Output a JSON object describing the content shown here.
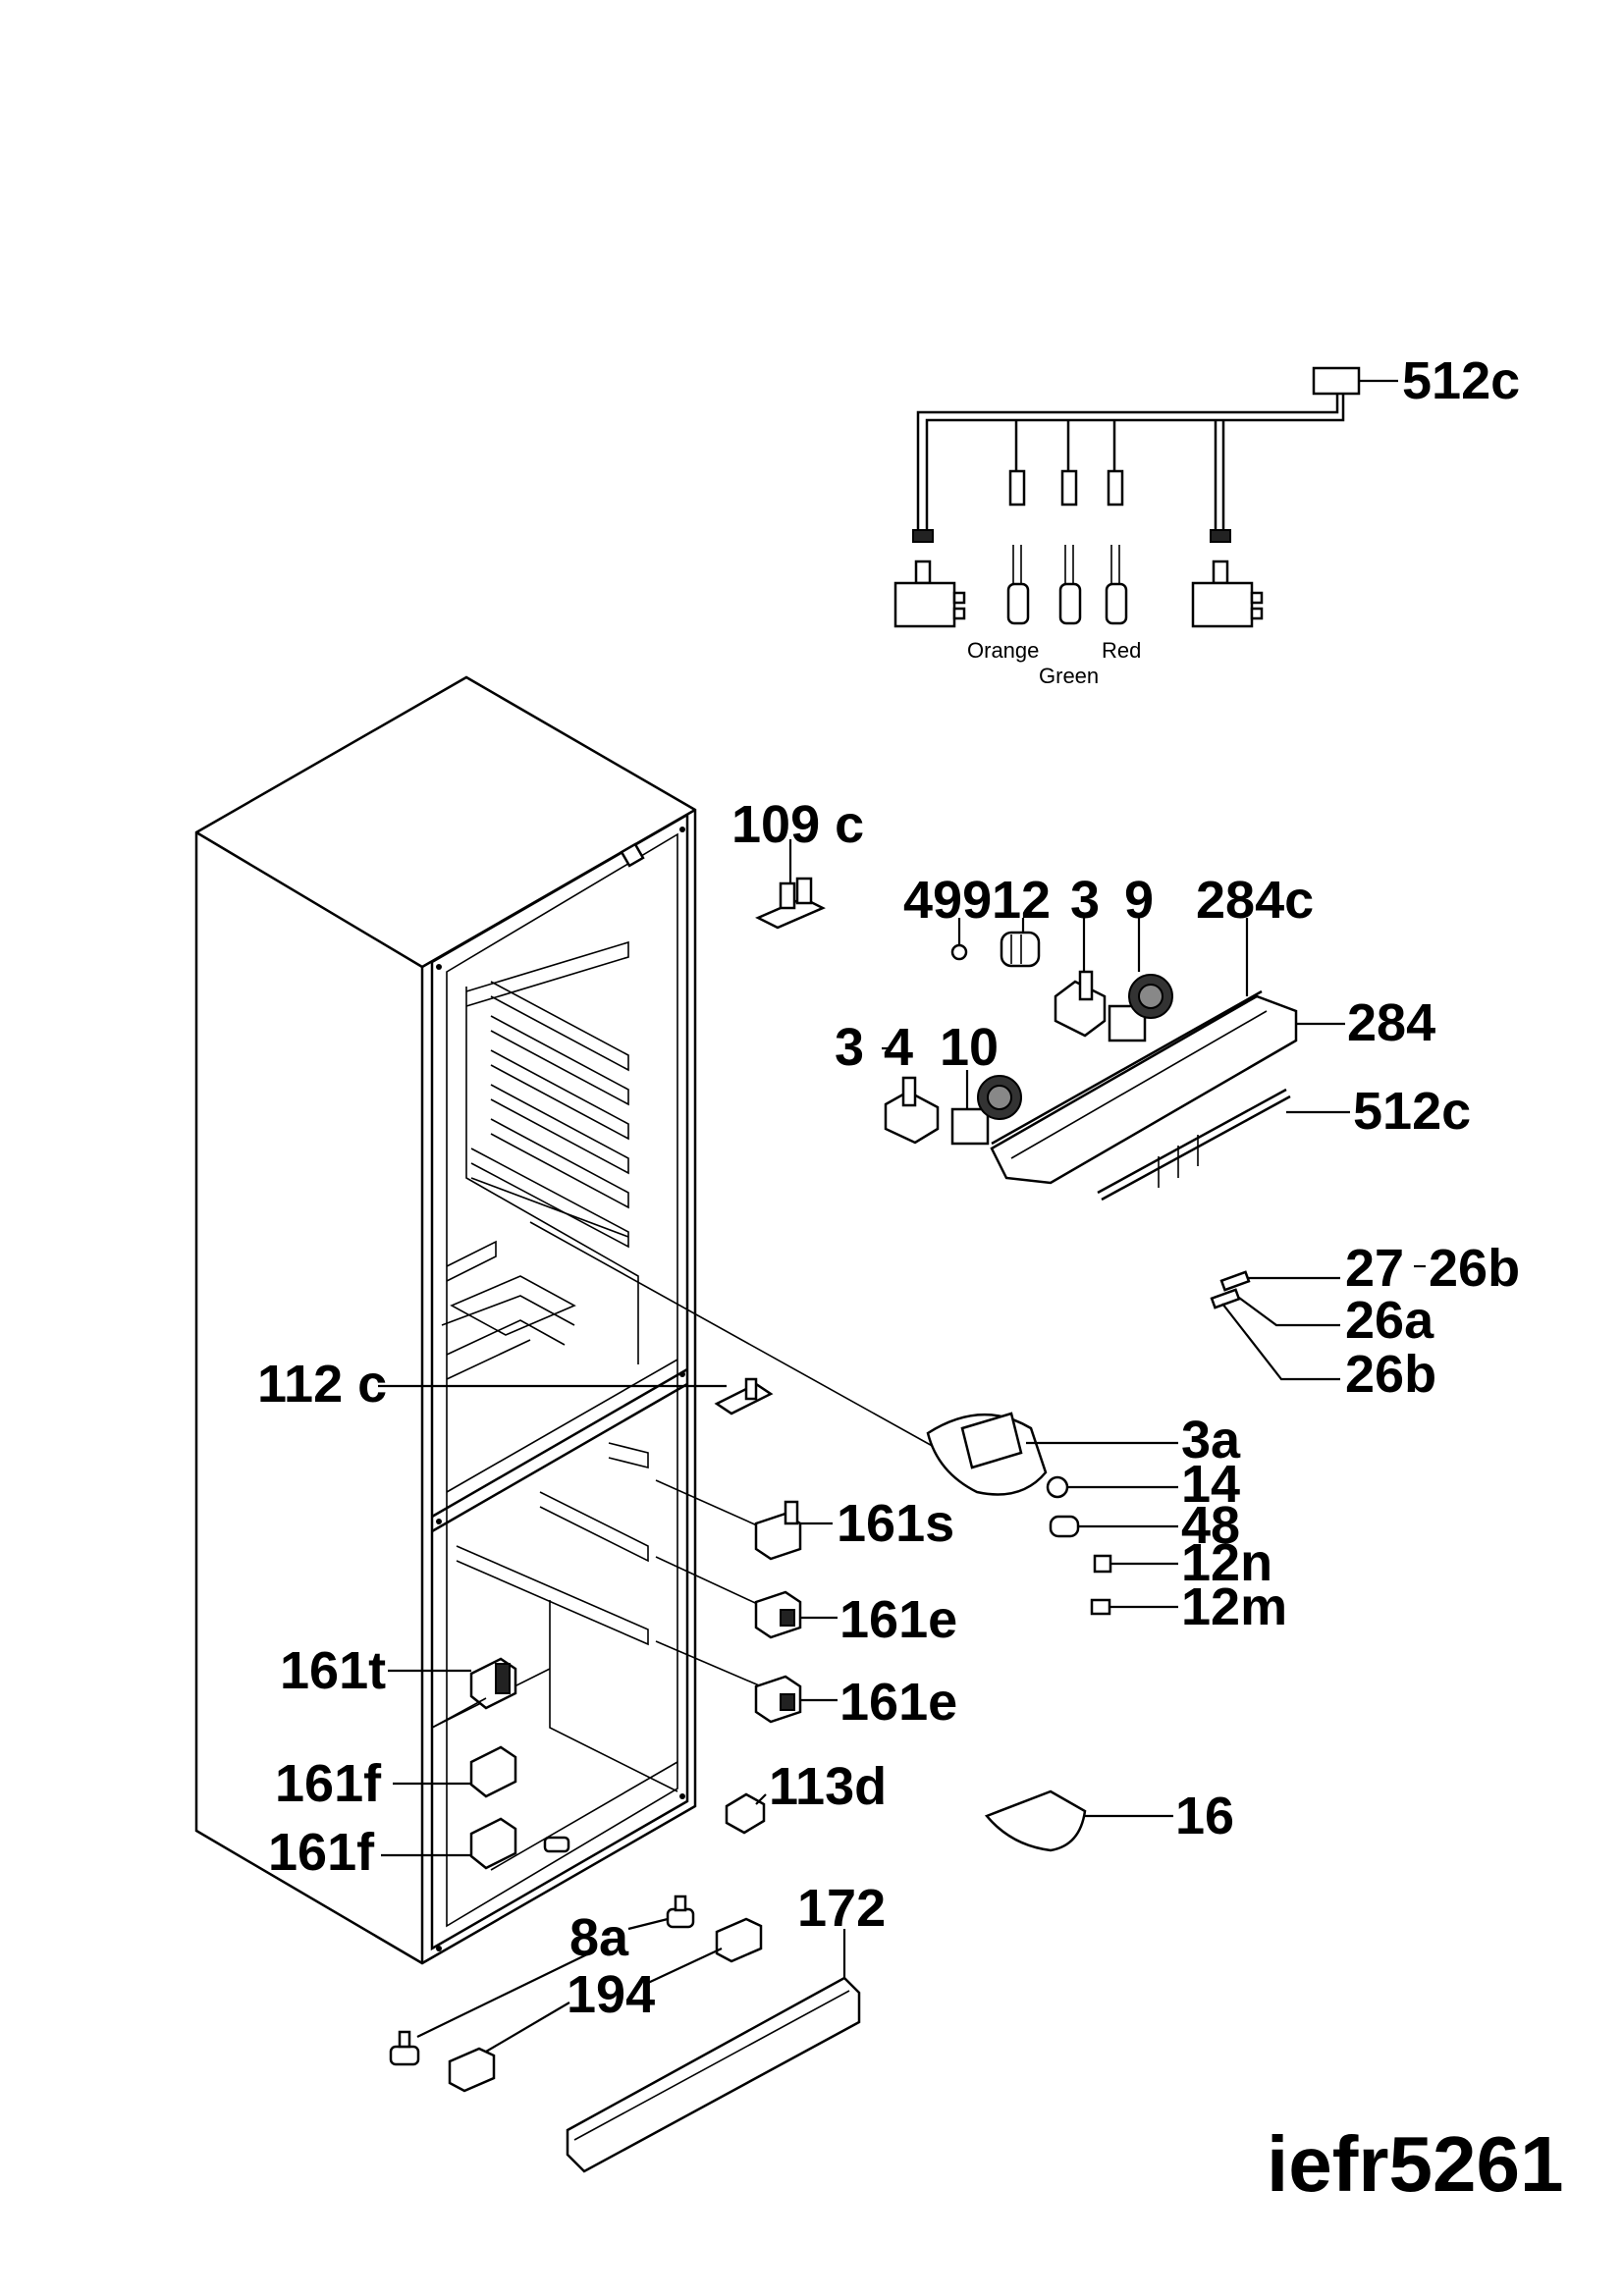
{
  "model_id": "iefr5261",
  "wire_colors": [
    "Orange",
    "Green",
    "Red"
  ],
  "callouts": {
    "p512c_top": "512c",
    "p109c": "109 c",
    "p499": "499",
    "p12": "12",
    "p3_top": "3",
    "p9": "9",
    "p284c": "284c",
    "p284": "284",
    "p3_left": "3",
    "p4": "4",
    "p10": "10",
    "p512c_mid": "512c",
    "p27": "27",
    "p26b_top": "26b",
    "p26a": "26a",
    "p26b": "26b",
    "p112c": "112 c",
    "p3a": "3a",
    "p14": "14",
    "p48": "48",
    "p12n": "12n",
    "p12m": "12m",
    "p161s": "161s",
    "p161e_1": "161e",
    "p161e_2": "161e",
    "p161t": "161t",
    "p161f_1": "161f",
    "p161f_2": "161f",
    "p113d": "113d",
    "p16": "16",
    "p172": "172",
    "p8a": "8a",
    "p194": "194"
  }
}
